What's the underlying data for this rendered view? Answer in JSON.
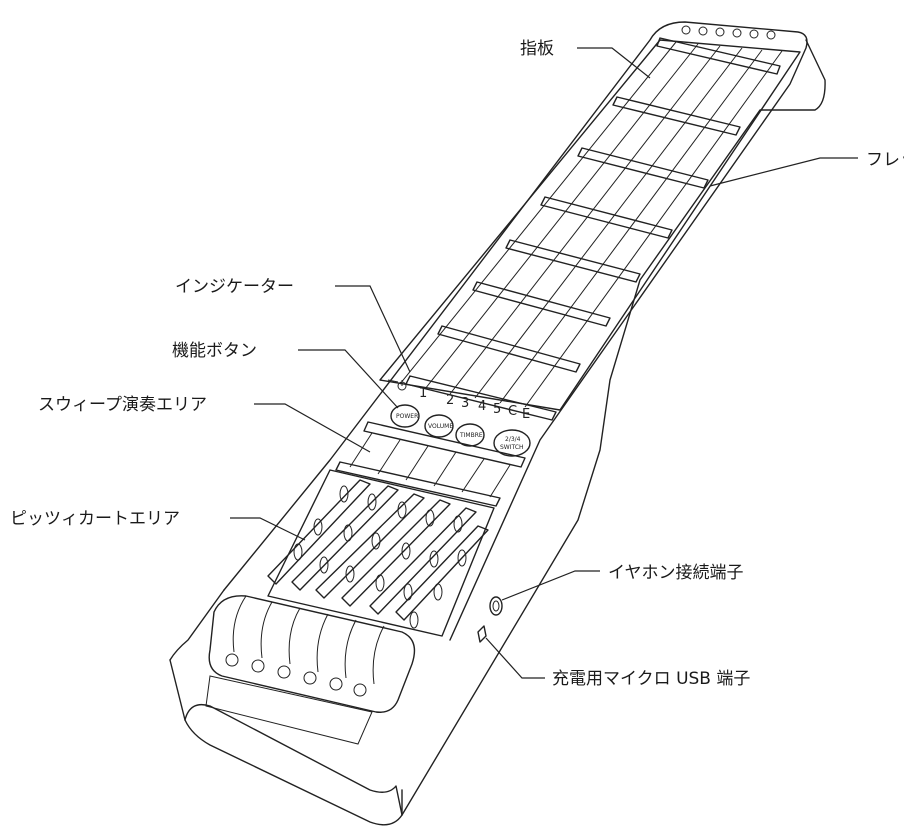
{
  "labels": {
    "fingerboard": "指板",
    "fret": "フレット",
    "indicator": "インジケーター",
    "function_buttons": "機能ボタン",
    "sweep_area": "スウィープ演奏エリア",
    "pizzicato_area": "ピッツィカートエリア",
    "earphone_jack": "イヤホン接続端子",
    "usb_port": "充電用マイクロ USB 端子"
  },
  "buttons": {
    "power": "POWER",
    "volume": "VOLUME",
    "timbre": "TIMBRE",
    "switch_top": "2/3/4",
    "switch_bottom": "SWITCH"
  },
  "indicator_marks": [
    "1",
    "2",
    "3",
    "4",
    "5",
    "C",
    "E"
  ],
  "colors": {
    "line": "#222222",
    "background": "#ffffff"
  },
  "icons": [
    "power-icon"
  ]
}
